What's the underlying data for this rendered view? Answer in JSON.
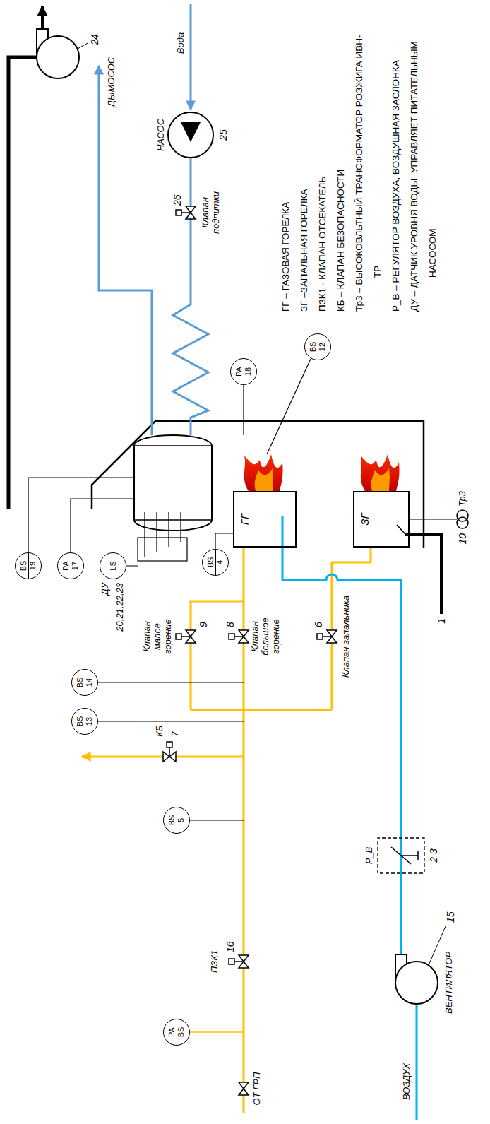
{
  "diagram": {
    "nodes": [
      {
        "text": [
          "ГГ"
        ]
      },
      {
        "text": [
          "ЗГ"
        ]
      },
      {
        "text": [
          "PA",
          "BS"
        ]
      },
      {
        "text": [
          "BS",
          "5"
        ]
      },
      {
        "text": [
          "BS",
          "13"
        ]
      },
      {
        "text": [
          "BS",
          "14"
        ]
      },
      {
        "text": [
          "BS",
          "4"
        ]
      },
      {
        "text": [
          "BS",
          "19"
        ]
      },
      {
        "text": [
          "PA",
          "17"
        ]
      },
      {
        "text": [
          "LS"
        ]
      },
      {
        "text": [
          "PA",
          "18"
        ]
      },
      {
        "text": [
          "BS",
          "12"
        ]
      }
    ],
    "edges": [
      {
        "from": 6,
        "to": 0,
        "arrow": "none"
      }
    ],
    "labels": [
      "ДЫМОСОС",
      "24",
      "Вода",
      "НАСОС",
      "25",
      "Клапан подпитки",
      "26",
      "ДУ",
      "20,21,22,23",
      "КБ",
      "7",
      "Клапан малое горение",
      "9",
      "Клапан большое горение",
      "8",
      "Клапан запальника",
      "6",
      "ПЗК1",
      "16",
      "ОТ ГРП",
      "ВОЗДУХ",
      "ВЕНТИЛЯТОР",
      "15",
      "Р_В",
      "2,3",
      "1",
      "10",
      "Тр3",
      "ГГ – ГАЗОВАЯ ГОРЕЛКА",
      "ЗГ –ЗАПАЛЬНАЯ ГОРЕЛКА",
      "ПЗК1 - КЛАПАН ОТСЕКАТЕЛЬ",
      "КБ – КЛАПАН БЕЗОПАСНОСТИ",
      "Тр3 – ВЫСОКОВЛЬТНЫЙ ТРАНСФОРМАТОР РОЗЖИГА ИВН-ТР",
      "Р_В – РЕГУЛЯТОР ВОЗДУХА, ВОЗДУШНАЯ ЗАСЛОНКА",
      "ДУ – ДАТЧИК УРОВНЯ ВОДЫ, УПРАВЛЯЕТ ПИТАТЕЛЬНЫМ НАСОСОМ"
    ]
  }
}
